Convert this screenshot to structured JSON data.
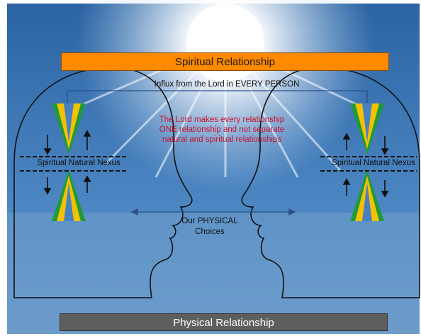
{
  "diagram": {
    "top_banner": "Spiritual Relationship",
    "bottom_banner": "Physical Relationship",
    "influx_label": "Influx from the Lord  in EVERY PERSON",
    "lord_statement": "The Lord makes every relationship ONE relationship and not separate natural and spiritual relationships",
    "nexus_left": "Spiritual Natural Nexus",
    "nexus_right": "Spiritual Natural Nexus",
    "physical_choices": "Our PHYSICAL Choices",
    "colors": {
      "top_banner": "#ff8a00",
      "bottom_banner": "#5e5e5e",
      "lord_text": "#c8102e",
      "cone_green": "#1f9a3c",
      "cone_yellow": "#f2c200",
      "cone_blue": "#4a7fc0",
      "sky_top": "#2f6aa8",
      "sky_bottom": "#6fa0cf"
    },
    "icons": [
      "left-head-outline",
      "right-head-outline",
      "sun-glow",
      "double-arrow-icon"
    ]
  }
}
